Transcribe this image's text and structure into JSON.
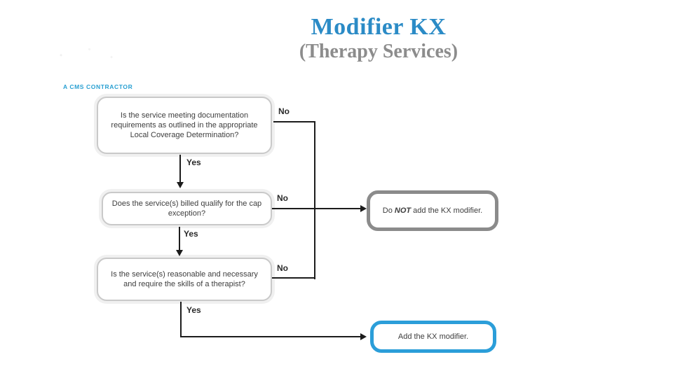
{
  "header": {
    "title": "Modifier KX",
    "subtitle": "(Therapy Services)",
    "title_color": "#2b8bc6",
    "subtitle_color": "#8c8c8c"
  },
  "branding": {
    "label": "A CMS CONTRACTOR",
    "color": "#2aa0d2"
  },
  "flowchart": {
    "questions": [
      {
        "text": "Is the service meeting documentation requirements as outlined in the appropriate Local Coverage Determination?"
      },
      {
        "text": "Does the service(s) billed qualify for the cap exception?"
      },
      {
        "text": "Is the service(s) reasonable and necessary and require the skills of a therapist?"
      }
    ],
    "outcomes": {
      "negative": {
        "prefix": "Do ",
        "emphasis": "NOT",
        "suffix": " add the KX modifier.",
        "border_color": "#8b8b8b"
      },
      "positive": {
        "text": "Add the KX modifier.",
        "border_color": "#2b9ed9"
      }
    },
    "labels": {
      "yes": "Yes",
      "no": "No"
    },
    "line_color": "#1c1c1c"
  }
}
